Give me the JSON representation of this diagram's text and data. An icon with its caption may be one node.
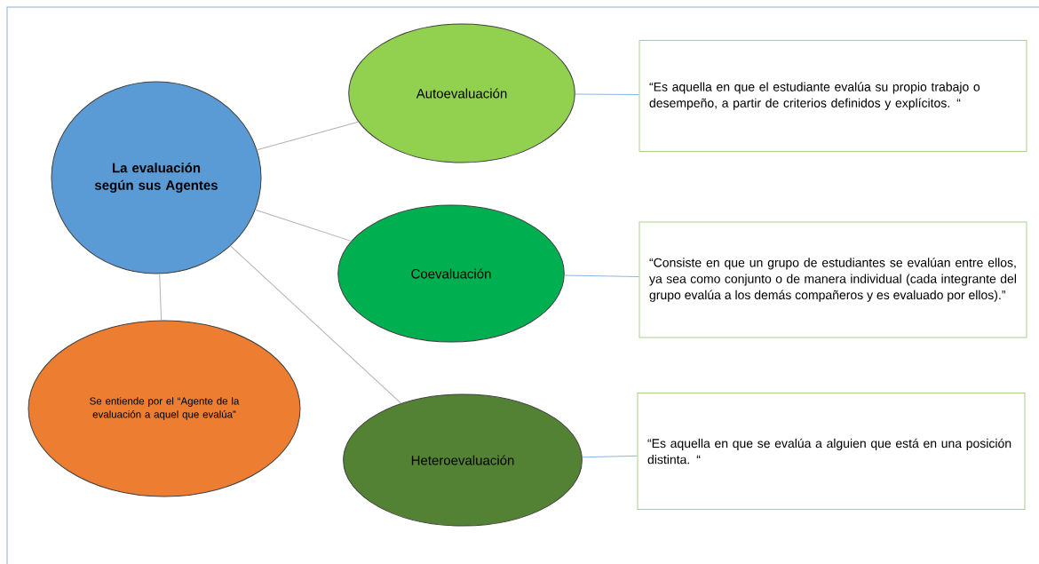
{
  "diagram": {
    "nodes": [
      {
        "text": [
          "La evaluación según sus Agentes"
        ]
      },
      {
        "text": [
          "Autoevaluación"
        ]
      },
      {
        "text": [
          "Coevaluación"
        ]
      },
      {
        "text": [
          "Se entiende por el “Agente de la evaluación  a aquel que evalúa”"
        ]
      },
      {
        "text": [
          "Heteroevaluación"
        ]
      },
      {
        "text": [
          "“Es aquella en que el estudiante evalúa su propio trabajo o desempeño, a partir de criterios definidos y explícitos. “"
        ]
      },
      {
        "text": [
          "“Consiste en que un grupo de estudiantes se evalúan entre ellos, ya sea como conjunto o de manera individual (cada integrante del grupo evalúa a los demás compañeros y es evaluado por ellos).”"
        ]
      },
      {
        "text": [
          "“Es aquella en que se evalúa a alguien que está en una posición distinta. “"
        ]
      }
    ],
    "edges": [
      {
        "from": 0,
        "to": 1,
        "arrow": "none"
      },
      {
        "from": 0,
        "to": 2,
        "arrow": "none"
      },
      {
        "from": 0,
        "to": 4,
        "arrow": "none"
      },
      {
        "from": 0,
        "to": 3,
        "arrow": "none"
      },
      {
        "from": 1,
        "to": 5,
        "arrow": "none",
        "color": "#8eb4e3"
      },
      {
        "from": 2,
        "to": 6,
        "arrow": "none",
        "color": "#8eb4e3"
      },
      {
        "from": 4,
        "to": 7,
        "arrow": "none",
        "color": "#8eb4e3"
      }
    ]
  }
}
